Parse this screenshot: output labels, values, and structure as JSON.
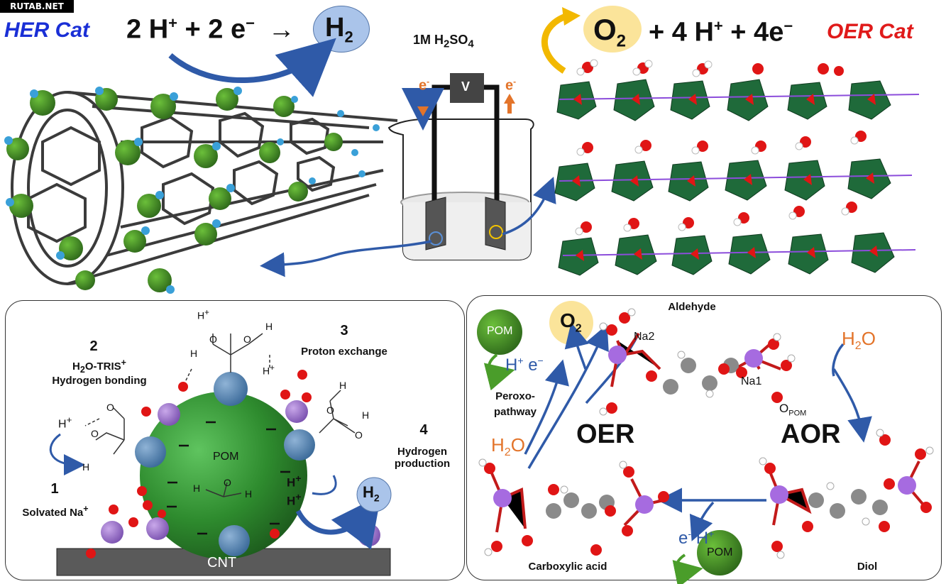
{
  "watermark": "RUTAB.NET",
  "top": {
    "her_label": "HER Cat",
    "oer_label": "OER Cat",
    "her_eq": {
      "left": "2 H",
      "plus_sup": "+",
      "mid": " + 2 e",
      "minus_sup": "−",
      "arrow": "→",
      "product": "H",
      "product_sub": "2"
    },
    "oer_eq": {
      "product": "O",
      "product_sub": "2",
      "rest": "+ 4 H",
      "plus_sup": "+",
      "rest2": " + 4e",
      "minus_sup": "−"
    },
    "electrolyte": {
      "text": "1M H",
      "sub1": "2",
      "mid": "SO",
      "sub2": "4"
    },
    "voltmeter": "V",
    "electron_left": "e",
    "electron_right": "e",
    "electron_sup": "-"
  },
  "left_panel": {
    "cnt": "CNT",
    "pom": "POM",
    "steps": [
      {
        "num": "1",
        "text": "Solvated Na",
        "sup": "+"
      },
      {
        "num": "2",
        "text": "H",
        "text2": "O-TRIS",
        "sub": "2",
        "sup": "+",
        "line2": "Hydrogen bonding"
      },
      {
        "num": "3",
        "text": "Proton exchange"
      },
      {
        "num": "4",
        "text": "Hydrogen",
        "line2": "production"
      }
    ],
    "h_plus": "H",
    "sup_plus": "+",
    "h2": "H",
    "h2_sub": "2",
    "charge": "−",
    "atoms": {
      "h": "H",
      "o": "O"
    }
  },
  "right_panel": {
    "aldehyde": "Aldehyde",
    "diol": "Diol",
    "carboxylic": "Carboxylic acid",
    "oer": "OER",
    "aor": "AOR",
    "peroxo": "Peroxo-",
    "peroxo2": "pathway",
    "pom": "POM",
    "o2": "O",
    "o2_sub": "2",
    "h2o": "H",
    "h2o_sub": "2",
    "h2o_o": "O",
    "h_e_top": "H",
    "h_e_top_sup": "+",
    "h_e_top_e": " e",
    "h_e_top_e_sup": "−",
    "e_h_bottom": "e",
    "e_h_bottom_sup": "-",
    "e_h_bottom_h": " H",
    "e_h_bottom_h_sup": "+",
    "na1": "Na1",
    "na2": "Na2",
    "opom": "O",
    "opom_sub": "POM"
  },
  "colors": {
    "her": "#1a2fd6",
    "oer": "#e01a1a",
    "pom_green": "#2e8b2e",
    "arrow_blue": "#2f5aa8",
    "orange": "#e3742a",
    "oxygen_red": "#e01515",
    "na_purple": "#a66be0"
  }
}
